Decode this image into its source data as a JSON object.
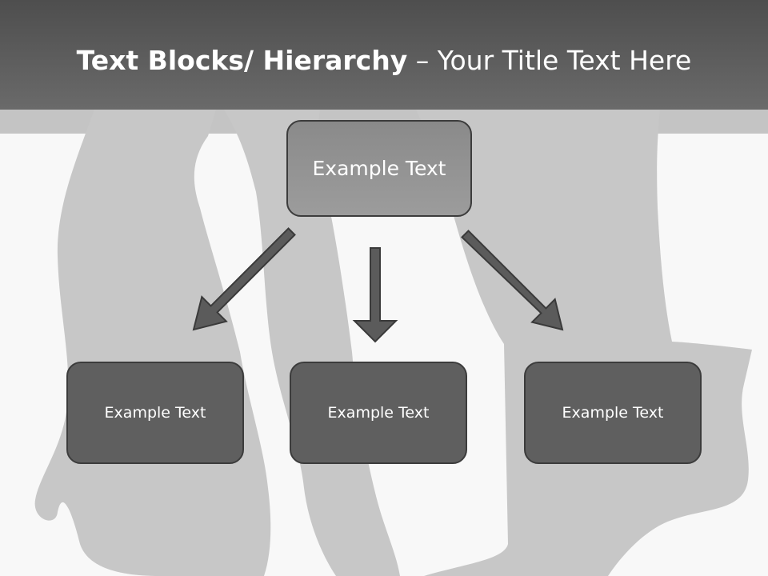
{
  "slide": {
    "title_bold": "Text Blocks/ Hierarchy",
    "title_dash": " – ",
    "title_rest": "Your Title Text Here"
  },
  "diagram": {
    "top_box": "Example Text",
    "children": [
      "Example Text",
      "Example Text",
      "Example Text"
    ]
  },
  "colors": {
    "header": "#5e5e5e",
    "top_box_fill": "#939393",
    "child_fill": "#5f5f5f",
    "arrow_fill": "#5b5b5b",
    "silhouette": "#c7c7c7"
  }
}
